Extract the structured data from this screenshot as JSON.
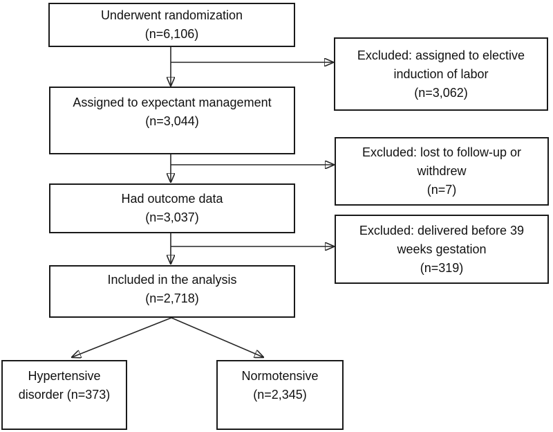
{
  "figure": {
    "type": "consort-flow-diagram",
    "colors": {
      "box_border": "#1a1a1a",
      "arrow": "#262626",
      "text": "#111111",
      "background": "#ffffff"
    }
  },
  "boxes": {
    "randomization": {
      "n": 6106,
      "lines": [
        "Underwent randomization",
        "(n=6,106)"
      ]
    },
    "excluded_elective": {
      "n": 3062,
      "lines": [
        "Excluded: assigned to elective",
        "induction of labor",
        "(n=3,062)"
      ]
    },
    "expectant": {
      "n": 3044,
      "lines": [
        "Assigned to expectant management",
        "(n=3,044)"
      ]
    },
    "excluded_followup": {
      "n": 7,
      "lines": [
        "Excluded: lost to follow-up or",
        "withdrew",
        "(n=7)"
      ]
    },
    "outcome": {
      "n": 3037,
      "lines": [
        "Had outcome data",
        "(n=3,037)"
      ]
    },
    "excluded_delivered": {
      "n": 319,
      "lines": [
        "Excluded: delivered before 39",
        "weeks gestation",
        "(n=319)"
      ]
    },
    "analysis": {
      "n": 2718,
      "lines": [
        "Included in the analysis",
        "(n=2,718)"
      ]
    },
    "hypertensive": {
      "n": 373,
      "lines": [
        "Hypertensive",
        "disorder (n=373)"
      ]
    },
    "normotensive": {
      "n": 2345,
      "lines": [
        "Normotensive",
        "(n=2,345)"
      ]
    }
  }
}
